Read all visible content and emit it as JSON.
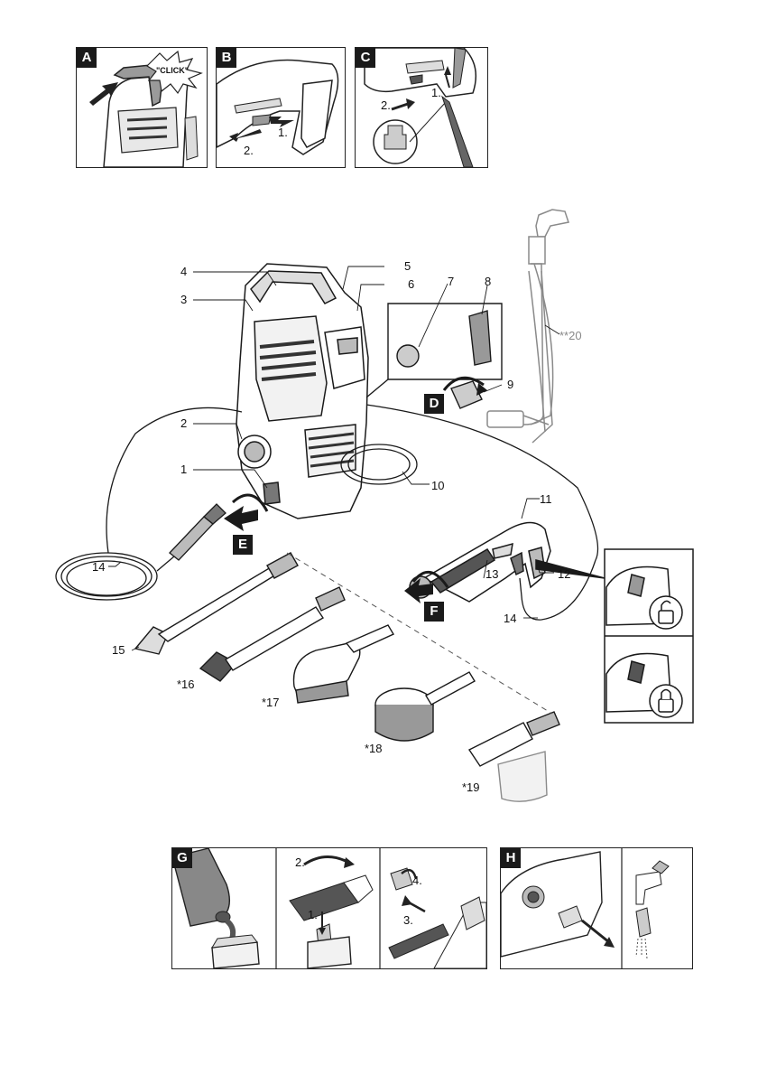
{
  "top_panels": [
    {
      "letter": "A",
      "click_text": "\"CLICK\""
    },
    {
      "letter": "B",
      "step1": "1.",
      "step2": "2."
    },
    {
      "letter": "C",
      "step1": "1.",
      "step2": "2."
    }
  ],
  "callouts": {
    "c1": "1",
    "c2": "2",
    "c3": "3",
    "c4": "4",
    "c5": "5",
    "c6": "6",
    "c7": "7",
    "c8": "8",
    "c9": "9",
    "c10": "10",
    "c11": "11",
    "c12": "12",
    "c13": "13",
    "c14a": "14",
    "c14b": "14",
    "c15": "15",
    "c16": "*16",
    "c17": "*17",
    "c18": "*18",
    "c19": "*19",
    "c20": "**20"
  },
  "step_letters": {
    "D": "D",
    "E": "E",
    "F": "F"
  },
  "bottom_panels": {
    "G": {
      "letter": "G",
      "step1": "1.",
      "step2": "2.",
      "step3": "3.",
      "step4": "4."
    },
    "H": {
      "letter": "H"
    }
  },
  "colors": {
    "line": "#1a1a1a",
    "grey": "#8a8a8a",
    "fill_dark": "#555555",
    "fill_mid": "#9a9a9a"
  }
}
